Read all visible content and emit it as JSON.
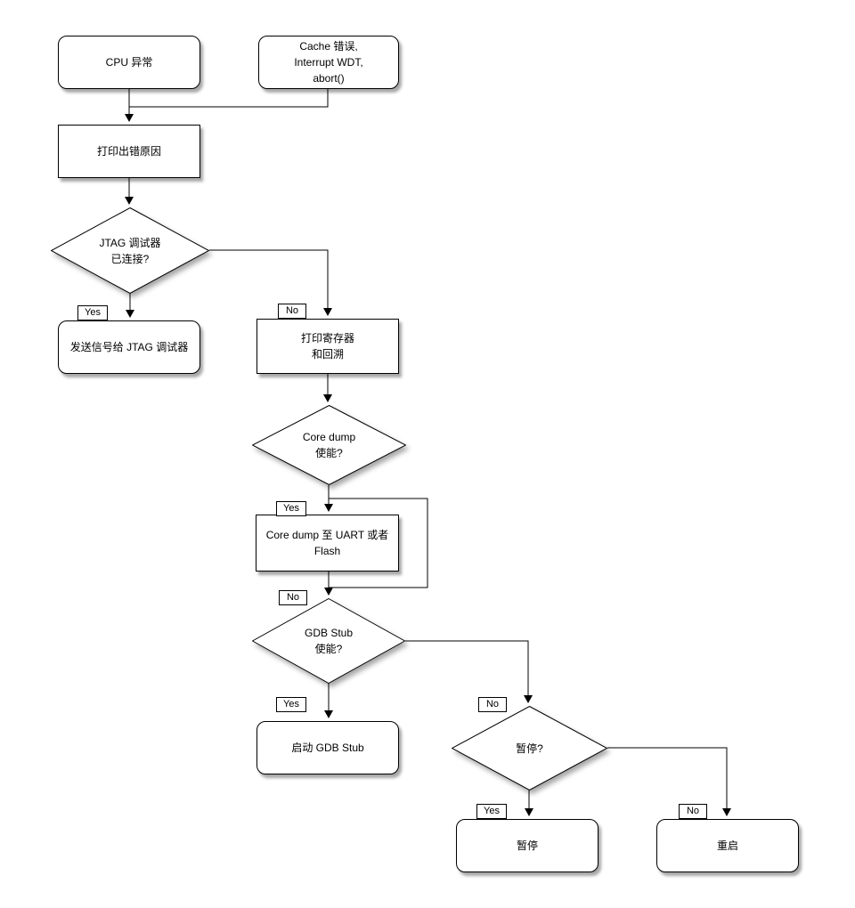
{
  "diagram": {
    "background": "#ffffff",
    "stroke_color": "#000000",
    "shape_fill": "#ffffff",
    "labels": {
      "yes": "Yes",
      "no": "No"
    },
    "nodes": {
      "cpu_exception": {
        "type": "terminator",
        "label": "CPU 异常"
      },
      "cache_error": {
        "type": "terminator",
        "label": "Cache 错误,\nInterrupt WDT,\nabort()"
      },
      "print_error_reason": {
        "type": "process",
        "label": "打印出错原因"
      },
      "jtag_connected": {
        "type": "decision",
        "label": "JTAG 调试器\n已连接?"
      },
      "signal_jtag": {
        "type": "terminator",
        "label": "发送信号给 JTAG 调试器"
      },
      "print_registers": {
        "type": "process",
        "label": "打印寄存器\n和回溯"
      },
      "core_dump_enabled": {
        "type": "decision",
        "label": "Core dump\n使能?"
      },
      "core_dump_target": {
        "type": "process",
        "label": "Core dump 至 UART 或者 Flash"
      },
      "gdb_stub_enabled": {
        "type": "decision",
        "label": "GDB Stub\n使能?"
      },
      "start_gdb_stub": {
        "type": "terminator",
        "label": "启动 GDB Stub"
      },
      "halt_question": {
        "type": "decision",
        "label": "暂停?"
      },
      "halt": {
        "type": "terminator",
        "label": "暂停"
      },
      "reboot": {
        "type": "terminator",
        "label": "重启"
      }
    }
  }
}
